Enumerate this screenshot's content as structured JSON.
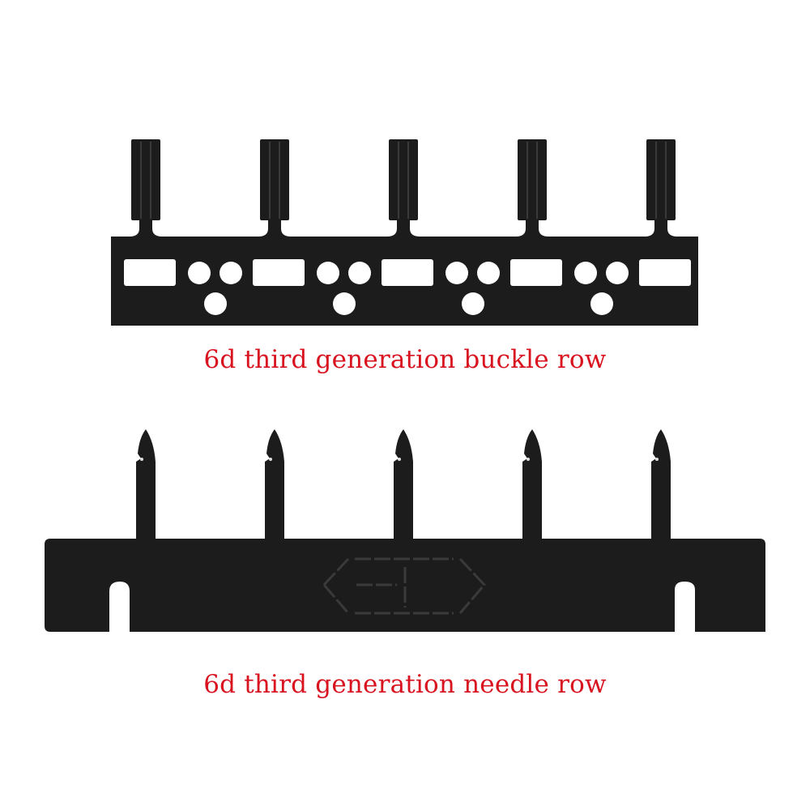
{
  "products": [
    {
      "caption": "6d third generation buckle row",
      "prong_count": 5
    },
    {
      "caption": "6d third generation needle row",
      "pin_count": 5
    }
  ],
  "colors": {
    "caption": "#d8121f",
    "part": "#1c1c1c",
    "background": "#ffffff"
  }
}
